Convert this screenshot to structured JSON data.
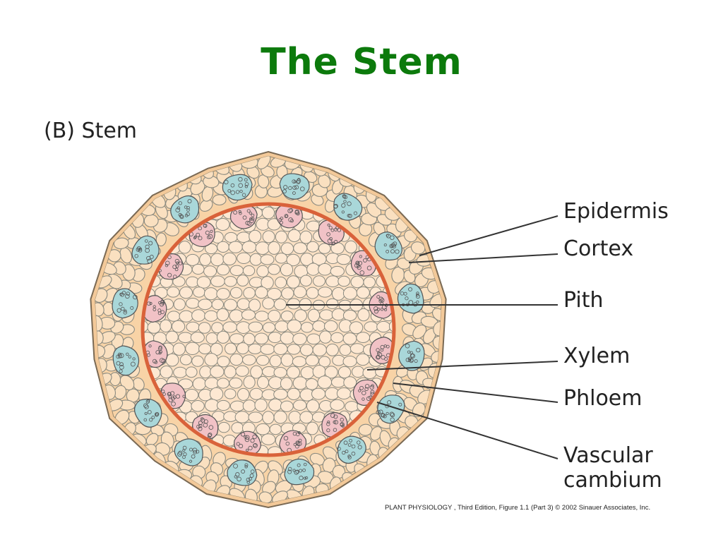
{
  "slide": {
    "title": "The Stem",
    "figure_label": "(B)  Stem",
    "credit": "PLANT PHYSIOLOGY , Third Edition, Figure 1.1 (Part 3)  © 2002 Sinauer Associates, Inc."
  },
  "labels": {
    "epidermis": "Epidermis",
    "cortex": "Cortex",
    "pith": "Pith",
    "xylem": "Xylem",
    "phloem": "Phloem",
    "vascular_cambium_1": "Vascular",
    "vascular_cambium_2": "cambium"
  },
  "colors": {
    "title": "#0c7a0c",
    "cortex": "#f8d3a6",
    "pith": "#fbe0c3",
    "cambium": "#d9623a",
    "xylem": "#f1c2c6",
    "phloem": "#a9d7d9",
    "cell_outline": "#8a8a80"
  },
  "vascular_bundle_count": 16
}
